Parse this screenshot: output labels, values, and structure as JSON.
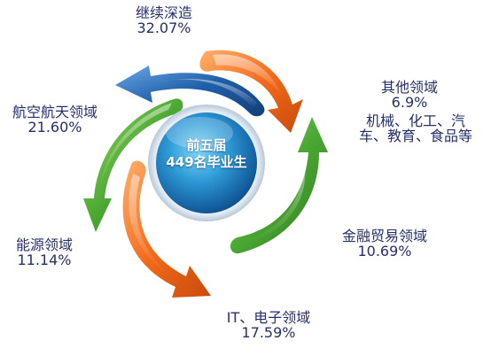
{
  "center": {
    "line1": "前五届",
    "line2": "449名毕业生"
  },
  "segments": [
    {
      "key": "further_study",
      "title": "继续深造",
      "value": "32.07%",
      "color": "#f26a1b"
    },
    {
      "key": "other",
      "title": "其他领域",
      "value": "6.9%",
      "detail_line1": "机械、化工、汽",
      "detail_line2": "车、教育、食品等",
      "color": "#4aa832"
    },
    {
      "key": "finance_trade",
      "title": "金融贸易领域",
      "value": "10.69%",
      "color": "#4aa832"
    },
    {
      "key": "it_electronics",
      "title": "IT、电子领域",
      "value": "17.59%",
      "color": "#f26a1b"
    },
    {
      "key": "energy",
      "title": "能源领域",
      "value": "11.14%",
      "color": "#4aa832"
    },
    {
      "key": "aerospace",
      "title": "航空航天领域",
      "value": "21.60%",
      "color": "#1f5fa8"
    }
  ]
}
